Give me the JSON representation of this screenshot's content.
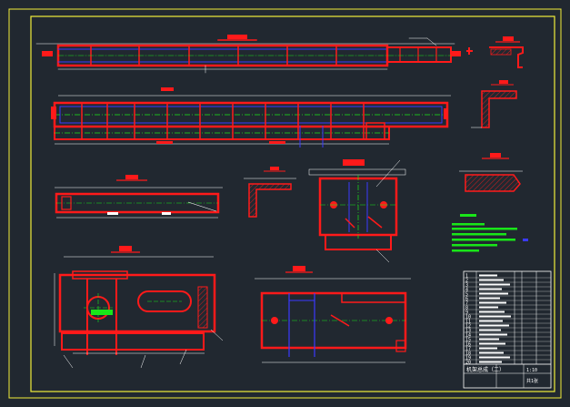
{
  "drawing": {
    "background": "#212830",
    "frame_color": "#f2ee3a",
    "part_color": "#ff1a1a",
    "hidden_color": "#3a3aff",
    "centerline_color": "#19e619",
    "dim_color": "#ffffff",
    "hatch_color": "#ff1a1a"
  },
  "title_block": {
    "drawing_title": "机架总成（二）",
    "scale": "1:10",
    "sheet": "共1张",
    "rows": [
      "1",
      "2",
      "3",
      "4",
      "5",
      "6",
      "7",
      "8",
      "9",
      "10",
      "11",
      "12",
      "13",
      "14",
      "15",
      "16",
      "17",
      "18",
      "19",
      "20"
    ]
  }
}
